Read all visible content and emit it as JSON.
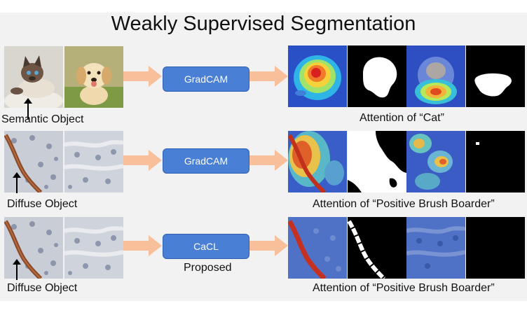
{
  "title": "Weakly Supervised Segmentation",
  "rows": [
    {
      "left_label": "Semantic Object",
      "method": "GradCAM",
      "method_note": "",
      "right_label": "Attention of “Cat”"
    },
    {
      "left_label": "Diffuse Object",
      "method": "GradCAM",
      "method_note": "",
      "right_label": "Attention of “Positive Brush Boarder”"
    },
    {
      "left_label": "Diffuse Object",
      "method": "CaCL",
      "method_note": "Proposed",
      "right_label": "Attention of “Positive Brush Boarder”"
    }
  ],
  "colors": {
    "method_box": "#4a7fd6",
    "arrow": "#f7c09a",
    "panel_bg": "#f2f2f2"
  }
}
